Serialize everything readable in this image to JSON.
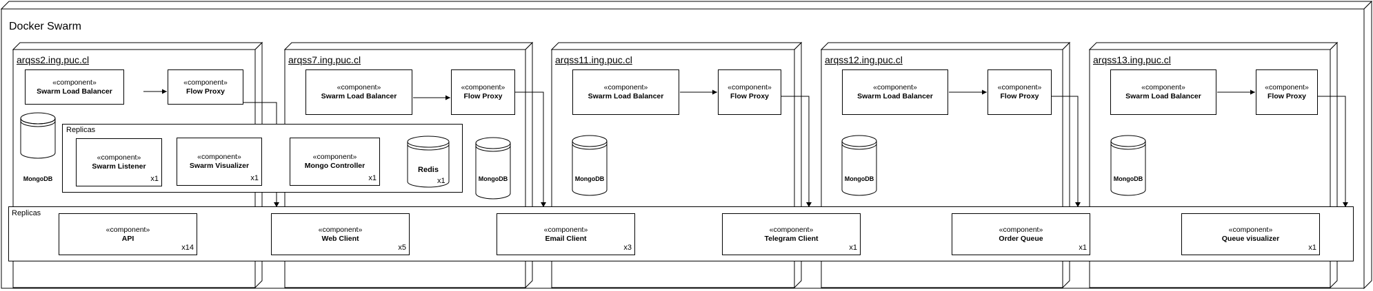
{
  "swarm": {
    "title": "Docker Swarm"
  },
  "nodes": [
    {
      "name": "arqss2.ing.puc.cl",
      "balancer_stereo": "«component»",
      "balancer_name": "Swarm Load Balancer",
      "proxy_stereo": "«component»",
      "proxy_name": "Flow Proxy",
      "db": "MongoDB"
    },
    {
      "name": "arqss7.ing.puc.cl",
      "balancer_stereo": "«component»",
      "balancer_name": "Swarm Load Balancer",
      "proxy_stereo": "«component»",
      "proxy_name": "Flow Proxy",
      "db": "MongoDB"
    },
    {
      "name": "arqss11.ing.puc.cl",
      "balancer_stereo": "«component»",
      "balancer_name": "Swarm Load Balancer",
      "proxy_stereo": "«component»",
      "proxy_name": "Flow Proxy",
      "db": "MongoDB"
    },
    {
      "name": "arqss12.ing.puc.cl",
      "balancer_stereo": "«component»",
      "balancer_name": "Swarm Load Balancer",
      "proxy_stereo": "«component»",
      "proxy_name": "Flow Proxy",
      "db": "MongoDB"
    },
    {
      "name": "arqss13.ing.puc.cl",
      "balancer_stereo": "«component»",
      "balancer_name": "Swarm Load Balancer",
      "proxy_stereo": "«component»",
      "proxy_name": "Flow Proxy",
      "db": "MongoDB"
    }
  ],
  "top_replicas": {
    "label": "Replicas",
    "items": [
      {
        "stereo": "«component»",
        "name": "Swarm Listener",
        "mult": "x1"
      },
      {
        "stereo": "«component»",
        "name": "Swarm Visualizer",
        "mult": "x1"
      },
      {
        "stereo": "«component»",
        "name": "Mongo Controller",
        "mult": "x1"
      }
    ],
    "redis": {
      "name": "Redis",
      "mult": "x1"
    }
  },
  "bottom_replicas": {
    "label": "Replicas",
    "items": [
      {
        "stereo": "«component»",
        "name": "API",
        "mult": "x14"
      },
      {
        "stereo": "«component»",
        "name": "Web Client",
        "mult": "x5"
      },
      {
        "stereo": "«component»",
        "name": "Email Client",
        "mult": "x3"
      },
      {
        "stereo": "«component»",
        "name": "Telegram Client",
        "mult": "x1"
      },
      {
        "stereo": "«component»",
        "name": "Order Queue",
        "mult": "x1"
      },
      {
        "stereo": "«component»",
        "name": "Queue visualizer",
        "mult": "x1"
      }
    ]
  }
}
